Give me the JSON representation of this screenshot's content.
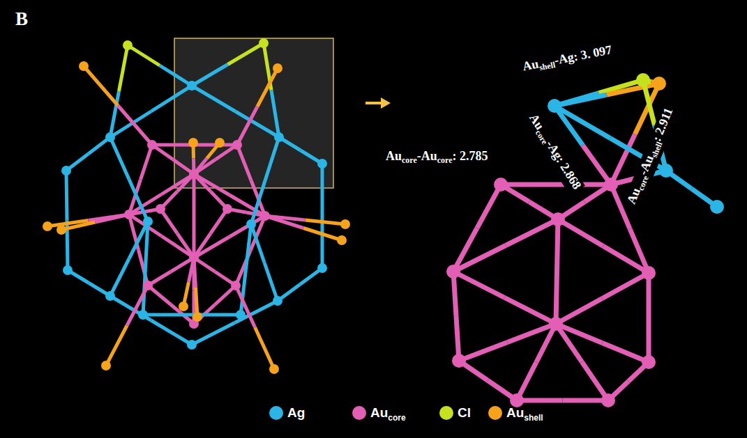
{
  "diagram": {
    "labels": [
      "B",
      "Au",
      "core",
      "-Au",
      "core",
      ": 2.785",
      "Au",
      "shell",
      "-Ag: 3. 097",
      "Au",
      "core",
      "-Ag: 2.868",
      "Au",
      "core",
      "-Au",
      "shell",
      ": 2.911",
      "core",
      "shell"
    ],
    "legend": [
      {
        "text": "Ag",
        "color": "#2bb5e6"
      },
      {
        "text": "Au",
        "color": "#e35fb5"
      },
      {
        "text": "Cl",
        "color": "#c6e21f"
      },
      {
        "text": "Au",
        "color": "#f7a21b"
      }
    ]
  }
}
